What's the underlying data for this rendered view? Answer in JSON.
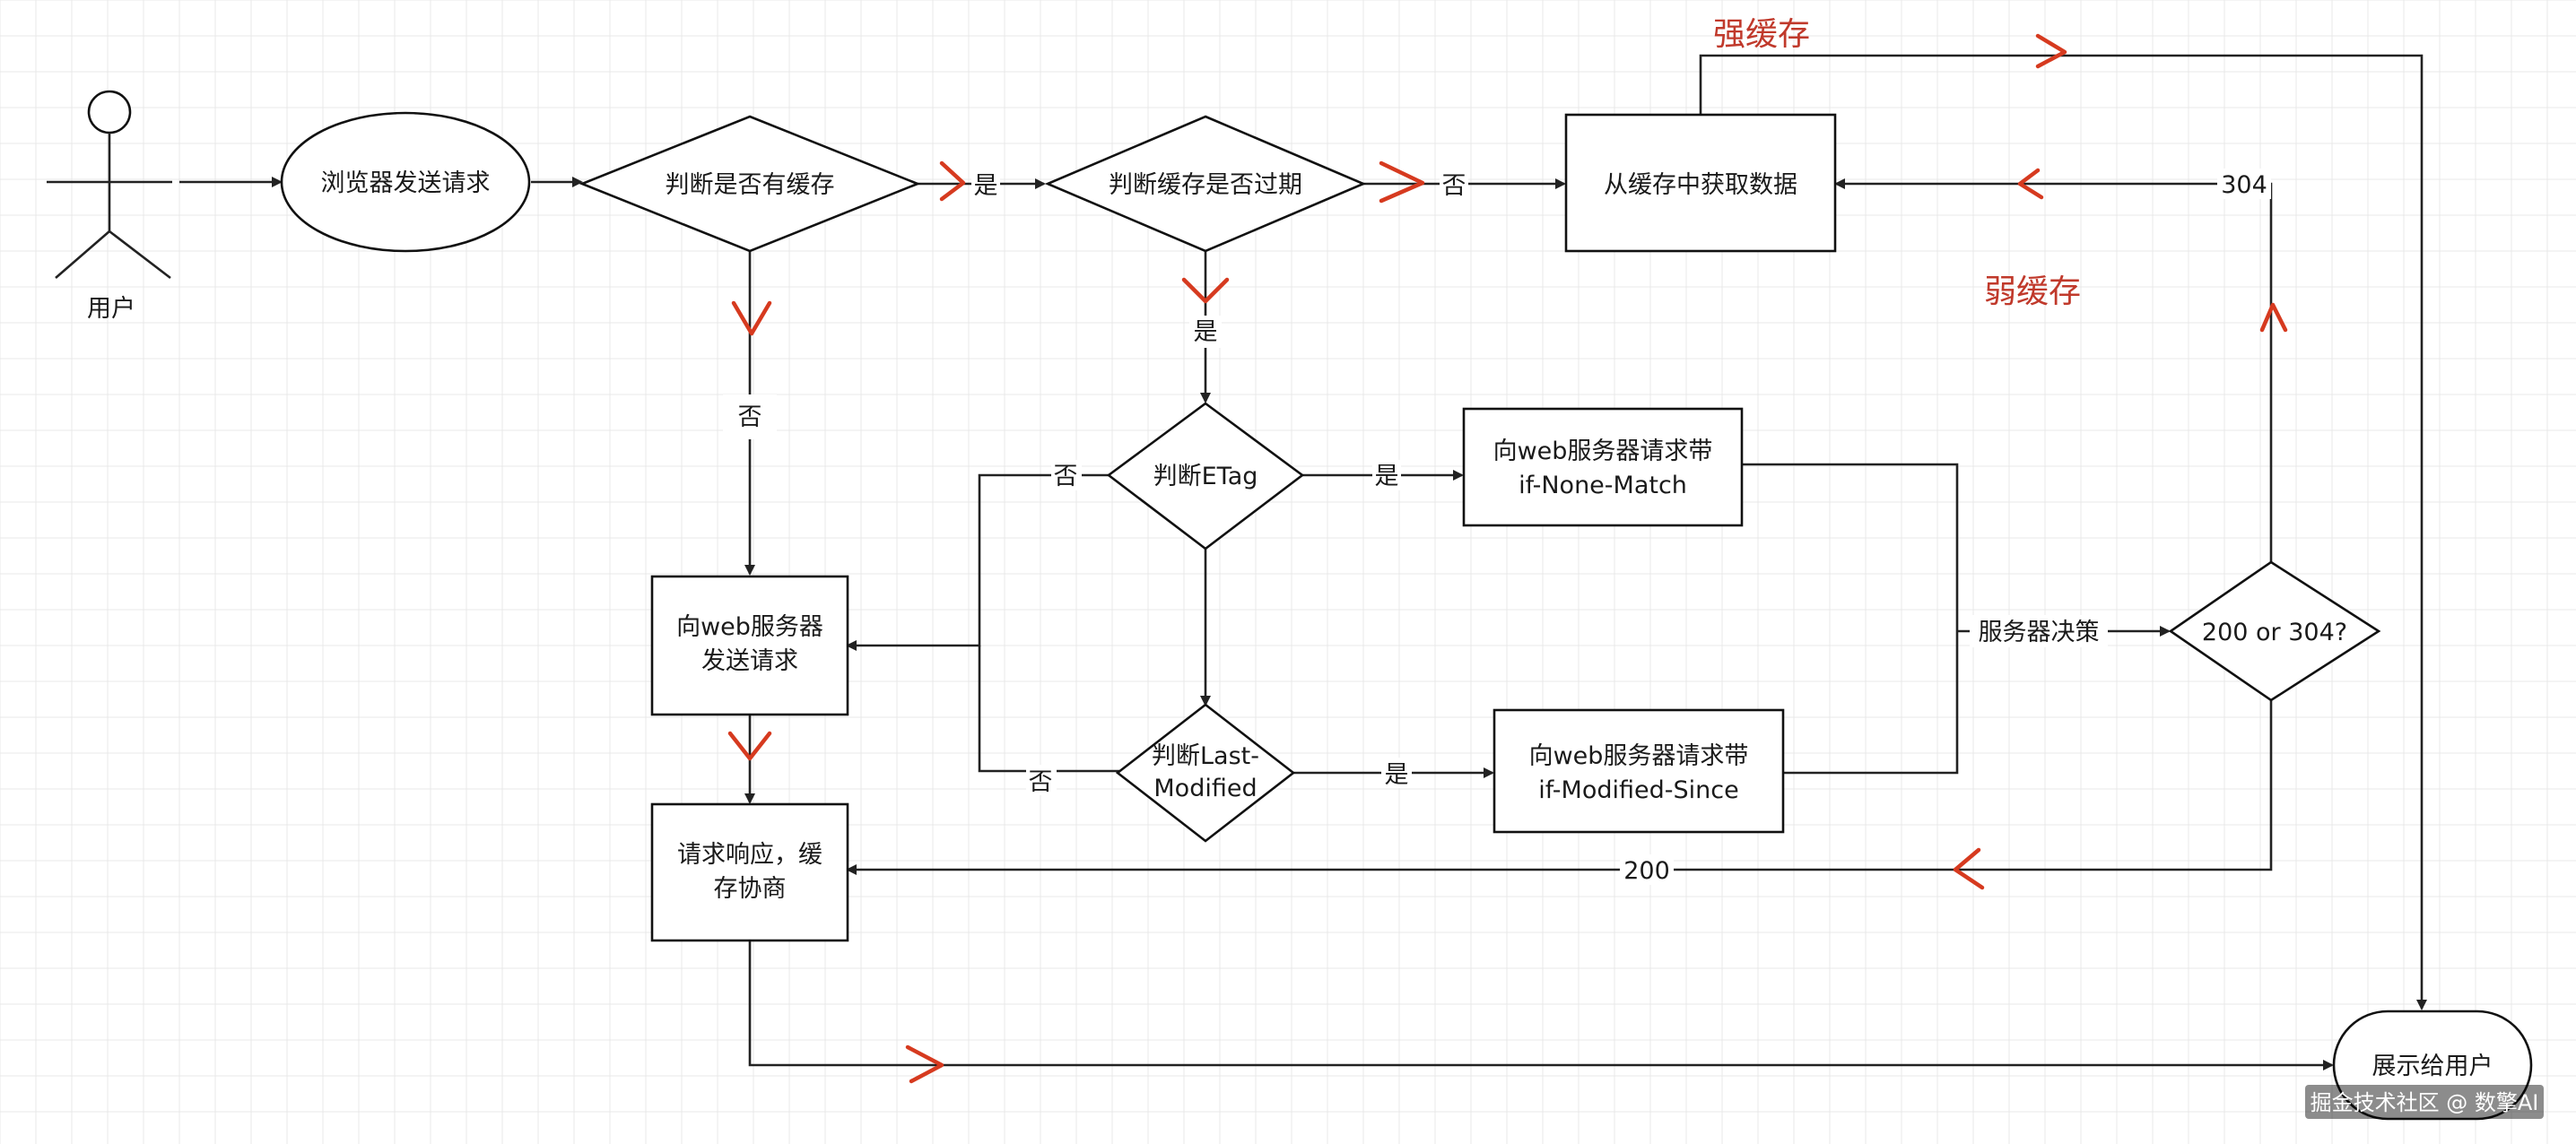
{
  "actor": {
    "label": "用户"
  },
  "nodes": {
    "browser_request": "浏览器发送请求",
    "check_cache": "判断是否有缓存",
    "check_expired": "判断缓存是否过期",
    "get_from_cache": "从缓存中获取数据",
    "check_etag": "判断ETag",
    "request_if_none_match_line1": "向web服务器请求带",
    "request_if_none_match_line2": "if-None-Match",
    "send_request_line1": "向web服务器",
    "send_request_line2": "发送请求",
    "check_last_modified_line1": "判断Last-",
    "check_last_modified_line2": "Modified",
    "request_if_modified_since_line1": "向web服务器请求带",
    "request_if_modified_since_line2": "if-Modified-Since",
    "response_negotiate_line1": "请求响应，缓",
    "response_negotiate_line2": "存协商",
    "status_decision": "200 or 304?",
    "show_user": "展示给用户"
  },
  "edge_labels": {
    "has_cache_yes": "是",
    "has_cache_no": "否",
    "expired_no": "否",
    "expired_yes": "是",
    "etag_yes": "是",
    "etag_no": "否",
    "last_modified_yes": "是",
    "last_modified_no": "否",
    "server_decides": "服务器决策",
    "status_304": "304",
    "status_200": "200"
  },
  "annotations": {
    "strong_cache": "强缓存",
    "weak_cache": "弱缓存"
  },
  "watermark": "掘金技术社区 @ 数擎AI",
  "colors": {
    "annotation_red": "#d63a1f",
    "line": "#222222",
    "grid": "#e9e9e9"
  }
}
